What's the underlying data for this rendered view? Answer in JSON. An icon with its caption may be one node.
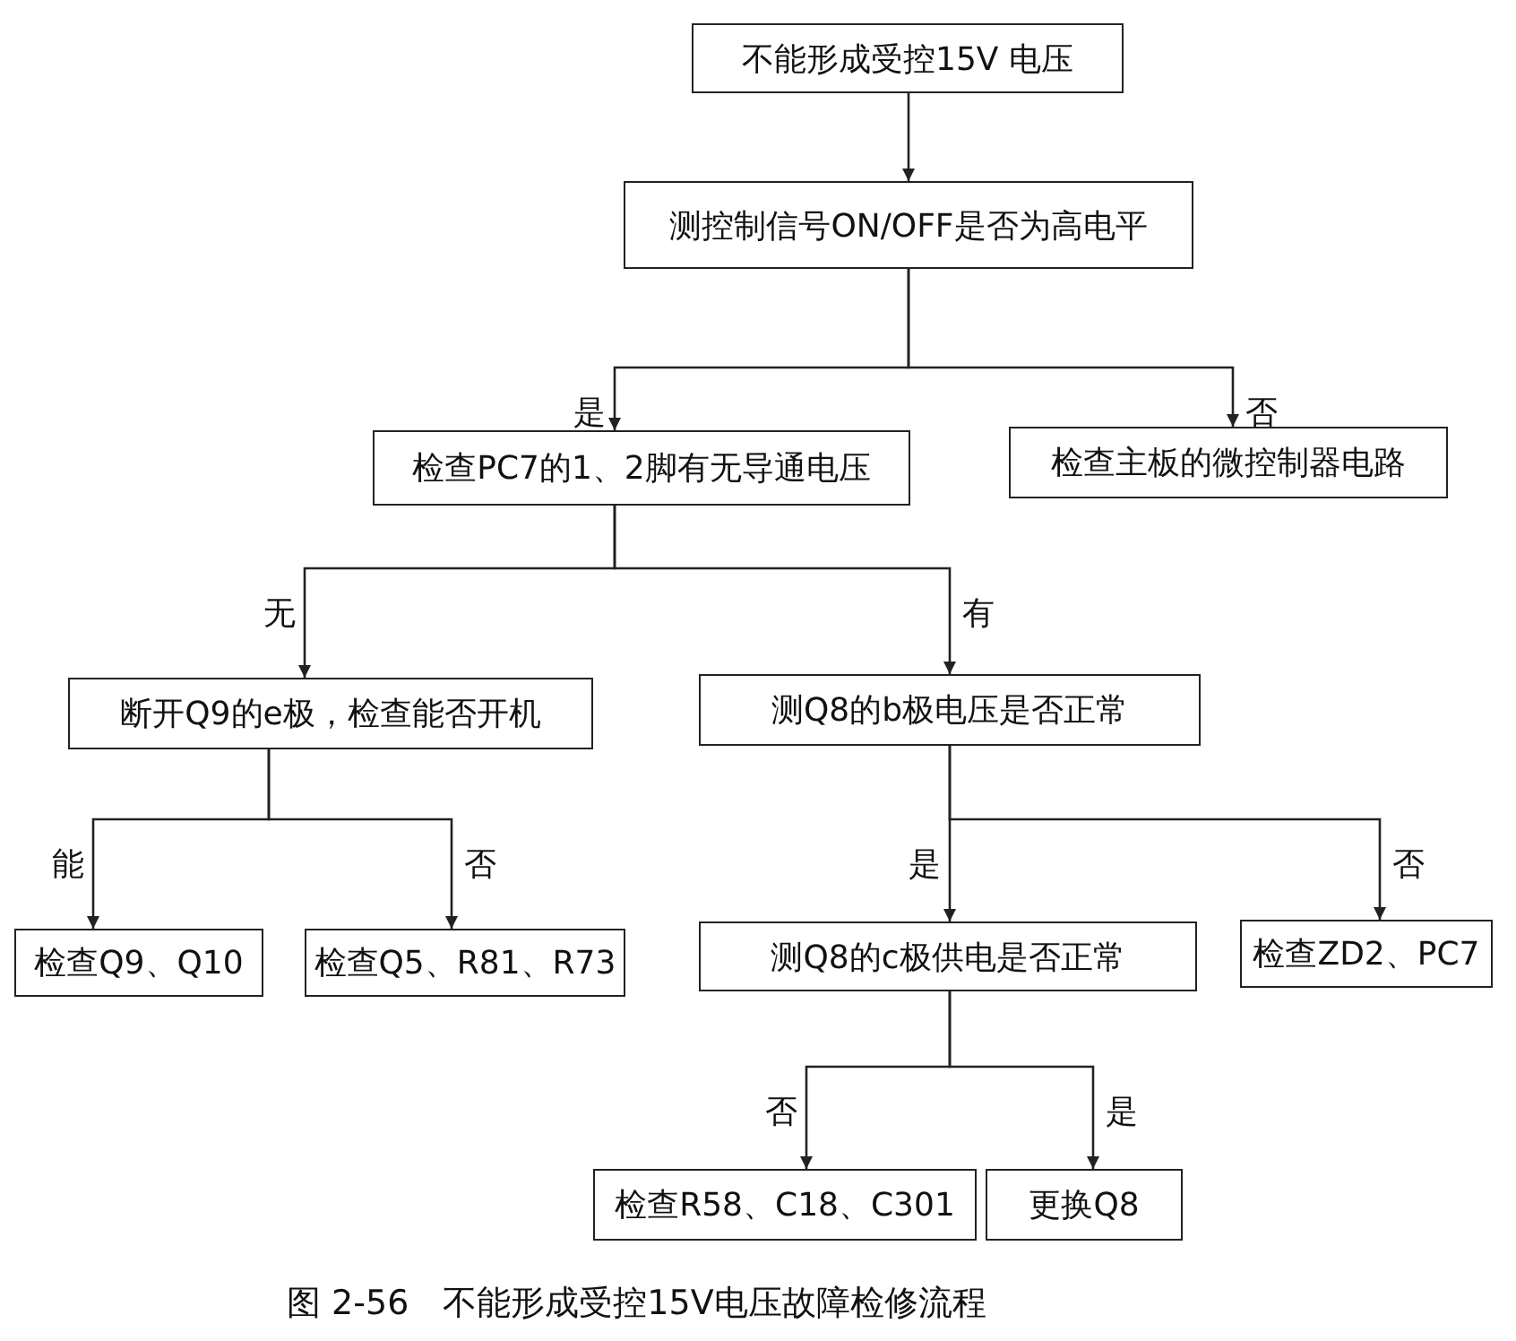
{
  "diagram": {
    "caption": "图 2-56　不能形成受控15V电压故障检修流程",
    "nodes": [
      {
        "text": [
          "不能形成受控15V 电压"
        ]
      },
      {
        "text": [
          "测控制信号ON/OFF是否为高电平"
        ]
      },
      {
        "text": [
          "检查PC7的1、2脚有无导通电压"
        ]
      },
      {
        "text": [
          "检查主板的微控制器电路"
        ]
      },
      {
        "text": [
          "断开Q9的e极，检查能否开机"
        ]
      },
      {
        "text": [
          "测Q8的b极电压是否正常"
        ]
      },
      {
        "text": [
          "检查Q9、Q10"
        ]
      },
      {
        "text": [
          "检查Q5、R81、R73"
        ]
      },
      {
        "text": [
          "测Q8的c极供电是否正常"
        ]
      },
      {
        "text": [
          "检查ZD2、PC7"
        ]
      },
      {
        "text": [
          "检查R58、C18、C301"
        ]
      },
      {
        "text": [
          "更换Q8"
        ]
      }
    ],
    "edges": [
      {
        "from": 0,
        "to": 1,
        "arrow": "to"
      },
      {
        "from": 1,
        "to": 2,
        "arrow": "to",
        "label": "是"
      },
      {
        "from": 1,
        "to": 3,
        "arrow": "to",
        "label": "否"
      },
      {
        "from": 2,
        "to": 4,
        "arrow": "to",
        "label": "无"
      },
      {
        "from": 2,
        "to": 5,
        "arrow": "to",
        "label": "有"
      },
      {
        "from": 4,
        "to": 6,
        "arrow": "to",
        "label": "能"
      },
      {
        "from": 4,
        "to": 7,
        "arrow": "to",
        "label": "否"
      },
      {
        "from": 5,
        "to": 8,
        "arrow": "to",
        "label": "是"
      },
      {
        "from": 5,
        "to": 9,
        "arrow": "to",
        "label": "否"
      },
      {
        "from": 8,
        "to": 10,
        "arrow": "to",
        "label": "否"
      },
      {
        "from": 8,
        "to": 11,
        "arrow": "to",
        "label": "是"
      }
    ]
  }
}
